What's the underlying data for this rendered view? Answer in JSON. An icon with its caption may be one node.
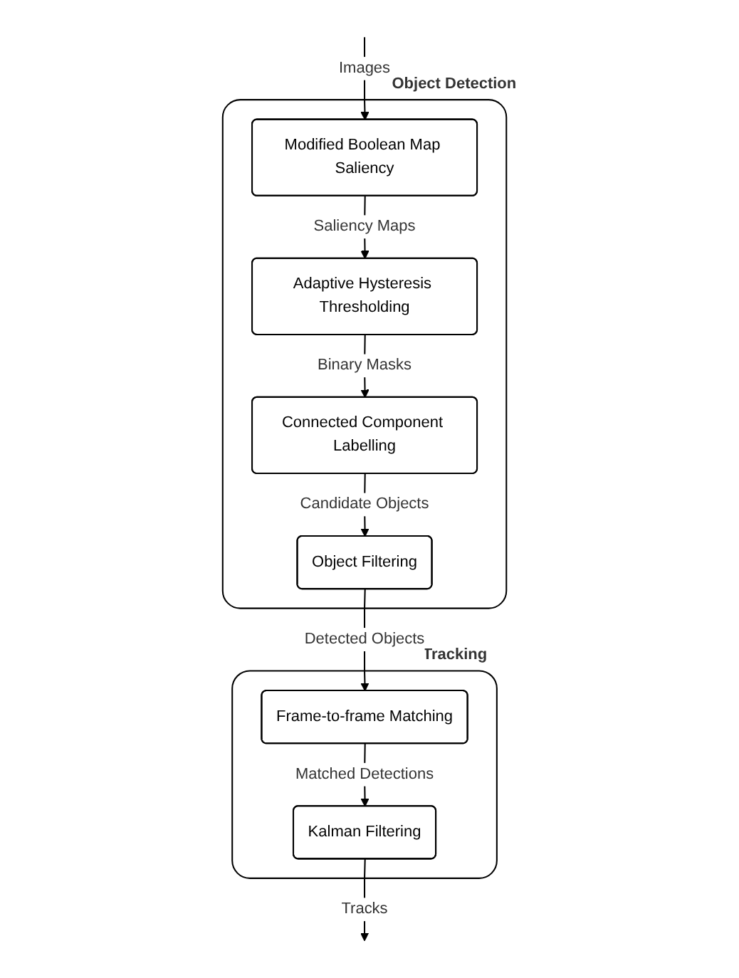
{
  "diagram": {
    "nodes": [
      {
        "text": [
          "Object Detection"
        ]
      },
      {
        "text": [
          "Modified Boolean Map Saliency"
        ],
        "in": 0
      },
      {
        "text": [
          "Adaptive Hysteresis Thresholding"
        ],
        "in": 0
      },
      {
        "text": [
          "Connected Component Labelling"
        ],
        "in": 0
      },
      {
        "text": [
          "Object Filtering"
        ],
        "in": 0
      },
      {
        "text": [
          "Tracking"
        ]
      },
      {
        "text": [
          "Frame-to-frame Matching"
        ],
        "in": 5
      },
      {
        "text": [
          "Kalman Filtering"
        ],
        "in": 5
      }
    ],
    "edges": [
      {
        "from": null,
        "to": 1,
        "arrow": "to",
        "label": "Images"
      },
      {
        "from": 1,
        "to": 2,
        "arrow": "to",
        "label": "Saliency Maps"
      },
      {
        "from": 2,
        "to": 3,
        "arrow": "to",
        "label": "Binary Masks"
      },
      {
        "from": 3,
        "to": 4,
        "arrow": "to",
        "label": "Candidate Objects"
      },
      {
        "from": 4,
        "to": 6,
        "arrow": "to",
        "label": "Detected Objects"
      },
      {
        "from": 6,
        "to": 7,
        "arrow": "to",
        "label": "Matched Detections"
      },
      {
        "from": 7,
        "to": null,
        "arrow": "to",
        "label": "Tracks"
      }
    ]
  }
}
